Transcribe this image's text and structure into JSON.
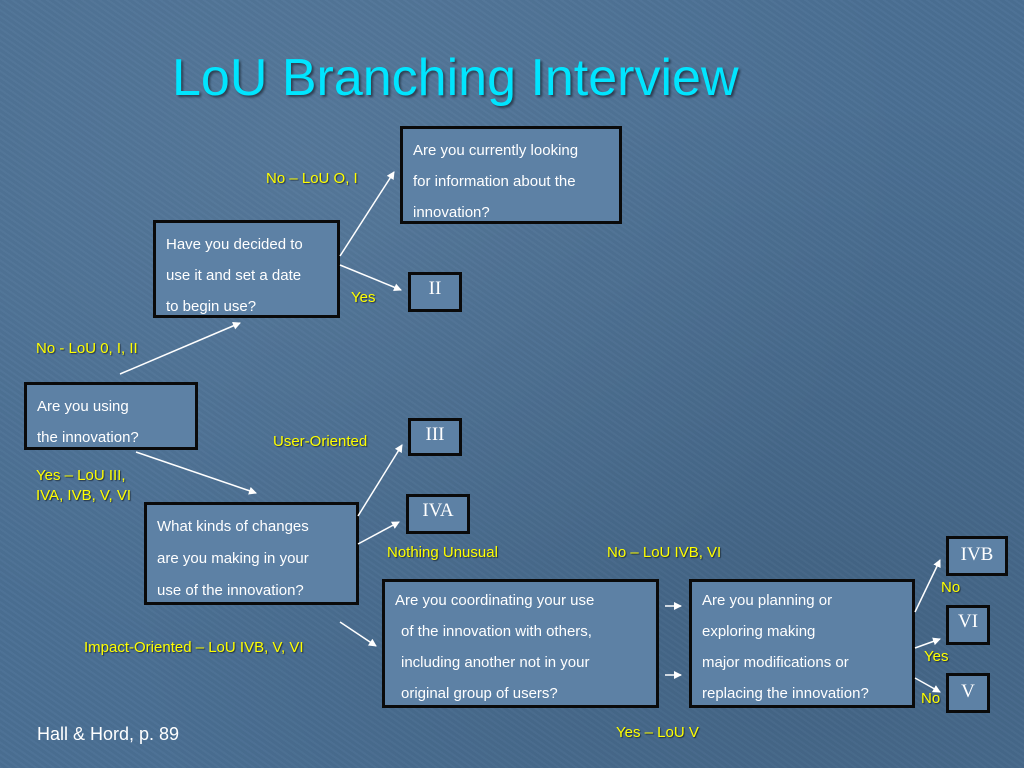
{
  "title": "LoU Branching Interview",
  "footer": "Hall & Hord, p. 89",
  "questions": {
    "using": [
      "Are you using",
      "the innovation?"
    ],
    "decided": [
      "Have you decided to",
      "use it and set a date",
      "to begin use?"
    ],
    "looking": [
      "Are you currently looking",
      "for information about the",
      "innovation?"
    ],
    "changes": [
      "What kinds of changes",
      "are you making in your",
      "use of the innovation?"
    ],
    "coordinating": [
      "Are you coordinating your use",
      "of the innovation with others,",
      "including another not in your",
      "original group of users?"
    ],
    "planning": [
      "Are you planning or",
      "exploring making",
      "major modifications or",
      "replacing the innovation?"
    ]
  },
  "levels": {
    "ii": "II",
    "iii": "III",
    "iva": "IVA",
    "ivb": "IVB",
    "vi": "VI",
    "v": "V"
  },
  "labels": {
    "no_lou_0_i": "No – LoU O, I",
    "yes_decided": "Yes",
    "no_lou_0_i_ii": "No  - LoU 0, I, II",
    "user_oriented": "User-Oriented",
    "yes_lou_line1": "Yes – LoU III,",
    "yes_lou_line2": "IVA, IVB, V, VI",
    "nothing_unusual": "Nothing Unusual",
    "no_lou_ivb_vi": "No – LoU IVB, VI",
    "impact_oriented": "Impact-Oriented – LoU IVB, V, VI",
    "no_ivb": "No",
    "yes_vi": "Yes",
    "no_v": "No",
    "yes_lou_v": "Yes – LoU V"
  }
}
